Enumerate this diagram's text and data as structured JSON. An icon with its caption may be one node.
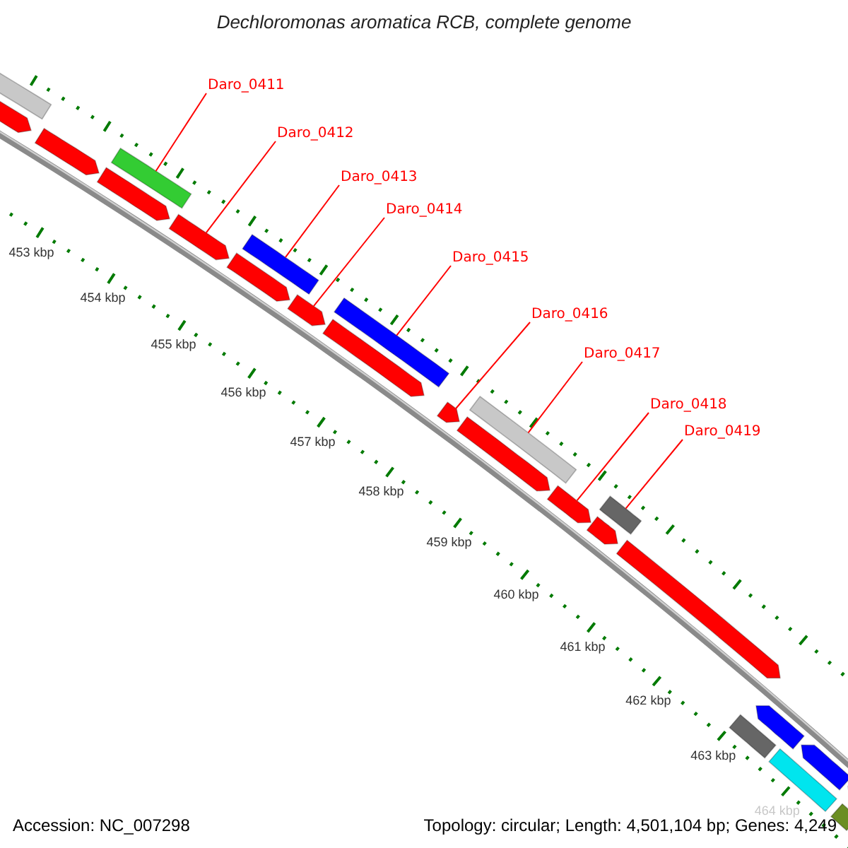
{
  "diagram": {
    "title": "Dechloromonas aromatica RCB, complete genome",
    "nodes": [
      {
        "text": [
          "Daro_0411"
        ]
      },
      {
        "text": [
          "Daro_0412"
        ]
      },
      {
        "text": [
          "Daro_0413"
        ]
      },
      {
        "text": [
          "Daro_0414"
        ]
      },
      {
        "text": [
          "Daro_0415"
        ]
      },
      {
        "text": [
          "Daro_0416"
        ]
      },
      {
        "text": [
          "Daro_0417"
        ]
      },
      {
        "text": [
          "Daro_0418"
        ]
      },
      {
        "text": [
          "Daro_0419"
        ]
      },
      {
        "text": [],
        "shape": "bar"
      },
      {
        "text": [],
        "shape": "arrow"
      },
      {
        "text": [],
        "shape": "arrow"
      },
      {
        "text": [],
        "shape": "arrow"
      },
      {
        "text": [],
        "shape": "bar"
      },
      {
        "text": [],
        "shape": "arrow"
      },
      {
        "text": [],
        "shape": "arrow"
      },
      {
        "text": [],
        "shape": "bar"
      },
      {
        "text": [],
        "shape": "arrow"
      },
      {
        "text": [],
        "shape": "arrow"
      },
      {
        "text": [],
        "shape": "bar"
      },
      {
        "text": [],
        "shape": "arrow"
      },
      {
        "text": [],
        "shape": "arrow"
      },
      {
        "text": [],
        "shape": "bar"
      },
      {
        "text": [],
        "shape": "arrow"
      },
      {
        "text": [],
        "shape": "arrow"
      },
      {
        "text": [],
        "shape": "bar"
      },
      {
        "text": [],
        "shape": "arrow"
      },
      {
        "text": [],
        "shape": "bar"
      },
      {
        "text": [],
        "shape": "arrow"
      },
      {
        "text": [],
        "shape": "bar"
      },
      {
        "text": [],
        "shape": "arrow"
      },
      {
        "text": [],
        "shape": "bar"
      },
      {
        "text": [],
        "shape": "arrow"
      }
    ],
    "edges": [
      {
        "from": 0,
        "to": 13,
        "arrow": "none"
      },
      {
        "from": 1,
        "to": 14,
        "arrow": "none"
      },
      {
        "from": 2,
        "to": 16,
        "arrow": "none"
      },
      {
        "from": 3,
        "to": 17,
        "arrow": "none"
      },
      {
        "from": 4,
        "to": 19,
        "arrow": "none"
      },
      {
        "from": 5,
        "to": 20,
        "arrow": "none"
      },
      {
        "from": 6,
        "to": 22,
        "arrow": "none"
      },
      {
        "from": 7,
        "to": 23,
        "arrow": "none"
      },
      {
        "from": 8,
        "to": 25,
        "arrow": "none"
      }
    ],
    "labels": [
      "453 kbp",
      "454 kbp",
      "455 kbp",
      "456 kbp",
      "457 kbp",
      "458 kbp",
      "459 kbp",
      "460 kbp",
      "461 kbp",
      "462 kbp",
      "463 kbp",
      "464 kbp",
      "Accession: NC_007298",
      "Topology: circular; Length: 4,501,104 bp; Genes: 4,249"
    ]
  }
}
